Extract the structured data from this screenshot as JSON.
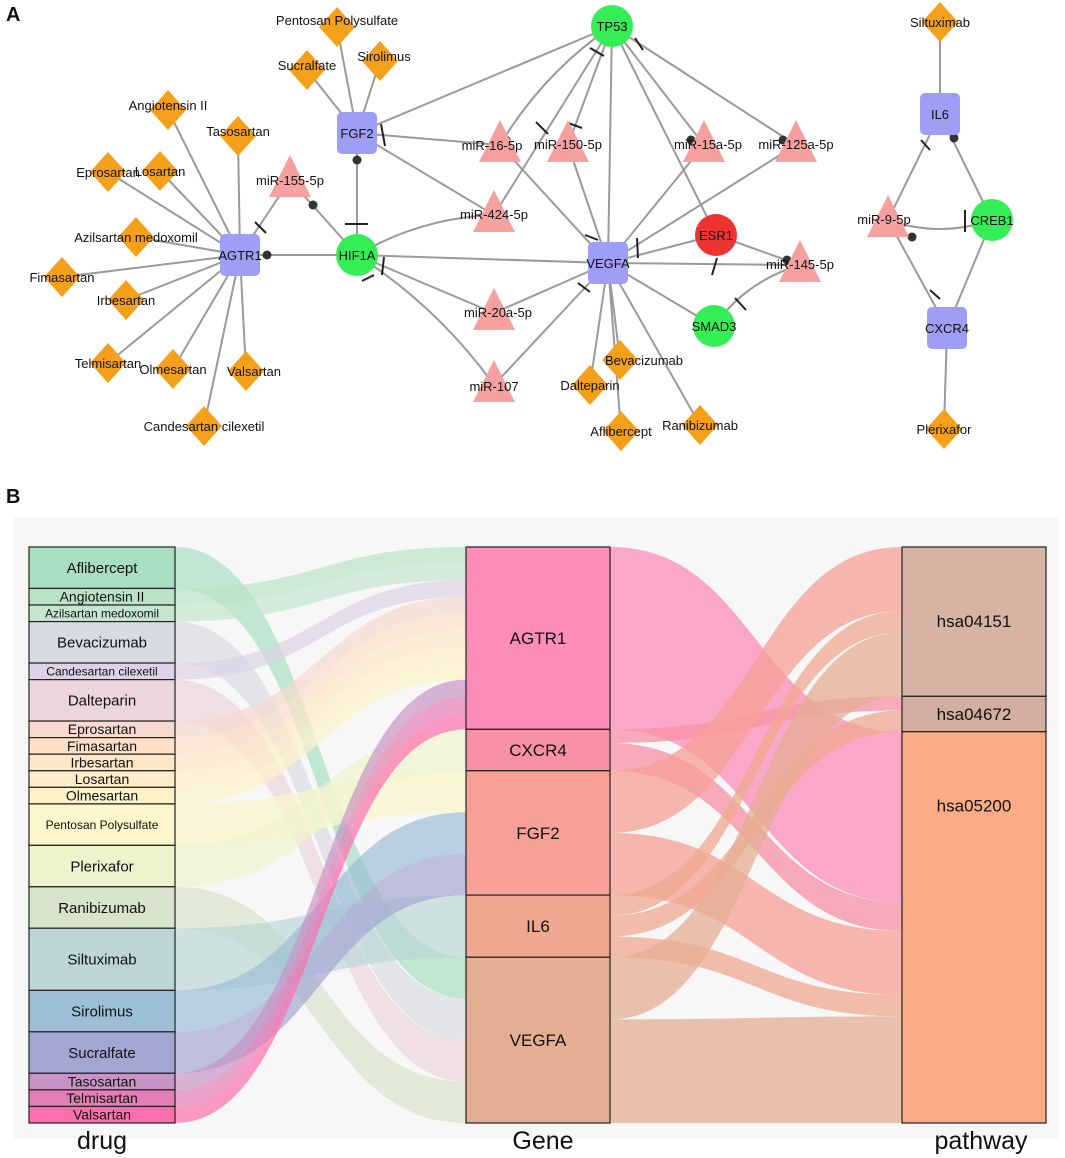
{
  "panels": {
    "a": "A",
    "b": "B"
  },
  "network": {
    "nodes": [
      {
        "id": "TP53",
        "type": "gene-circle-green"
      },
      {
        "id": "ESR1",
        "type": "gene-circle-red"
      },
      {
        "id": "SMAD3",
        "type": "gene-circle-green"
      },
      {
        "id": "HIF1A",
        "type": "gene-circle-green"
      },
      {
        "id": "CREB1",
        "type": "gene-circle-green"
      },
      {
        "id": "FGF2",
        "type": "gene-square"
      },
      {
        "id": "AGTR1",
        "type": "gene-square"
      },
      {
        "id": "VEGFA",
        "type": "gene-square"
      },
      {
        "id": "IL6",
        "type": "gene-square"
      },
      {
        "id": "CXCR4",
        "type": "gene-square"
      },
      {
        "id": "miR-155-5p",
        "type": "mirna"
      },
      {
        "id": "miR-16-5p",
        "type": "mirna"
      },
      {
        "id": "miR-150-5p",
        "type": "mirna"
      },
      {
        "id": "miR-15a-5p",
        "type": "mirna"
      },
      {
        "id": "miR-125a-5p",
        "type": "mirna"
      },
      {
        "id": "miR-424-5p",
        "type": "mirna"
      },
      {
        "id": "miR-20a-5p",
        "type": "mirna"
      },
      {
        "id": "miR-107",
        "type": "mirna"
      },
      {
        "id": "miR-145-5p",
        "type": "mirna"
      },
      {
        "id": "miR-9-5p",
        "type": "mirna"
      },
      {
        "id": "Pentosan Polysulfate",
        "type": "drug"
      },
      {
        "id": "Sucralfate",
        "type": "drug"
      },
      {
        "id": "Sirolimus",
        "type": "drug"
      },
      {
        "id": "Angiotensin II",
        "type": "drug"
      },
      {
        "id": "Tasosartan",
        "type": "drug"
      },
      {
        "id": "Eprosartan",
        "type": "drug"
      },
      {
        "id": "Losartan",
        "type": "drug"
      },
      {
        "id": "Azilsartan medoxomil",
        "type": "drug"
      },
      {
        "id": "Fimasartan",
        "type": "drug"
      },
      {
        "id": "Irbesartan",
        "type": "drug"
      },
      {
        "id": "Telmisartan",
        "type": "drug"
      },
      {
        "id": "Olmesartan",
        "type": "drug"
      },
      {
        "id": "Valsartan",
        "type": "drug"
      },
      {
        "id": "Candesartan cilexetil",
        "type": "drug"
      },
      {
        "id": "Bevacizumab",
        "type": "drug"
      },
      {
        "id": "Dalteparin",
        "type": "drug"
      },
      {
        "id": "Aflibercept",
        "type": "drug"
      },
      {
        "id": "Ranibizumab",
        "type": "drug"
      },
      {
        "id": "Siltuximab",
        "type": "drug"
      },
      {
        "id": "Plerixafor",
        "type": "drug"
      }
    ],
    "edges": [
      [
        "Pentosan Polysulfate",
        "FGF2"
      ],
      [
        "Sucralfate",
        "FGF2"
      ],
      [
        "Sirolimus",
        "FGF2"
      ],
      [
        "Angiotensin II",
        "AGTR1"
      ],
      [
        "Tasosartan",
        "AGTR1"
      ],
      [
        "Eprosartan",
        "AGTR1"
      ],
      [
        "Losartan",
        "AGTR1"
      ],
      [
        "Azilsartan medoxomil",
        "AGTR1"
      ],
      [
        "Fimasartan",
        "AGTR1"
      ],
      [
        "Irbesartan",
        "AGTR1"
      ],
      [
        "Telmisartan",
        "AGTR1"
      ],
      [
        "Olmesartan",
        "AGTR1"
      ],
      [
        "Valsartan",
        "AGTR1"
      ],
      [
        "Candesartan cilexetil",
        "AGTR1"
      ],
      [
        "AGTR1",
        "HIF1A"
      ],
      [
        "miR-155-5p",
        "AGTR1"
      ],
      [
        "miR-155-5p",
        "HIF1A"
      ],
      [
        "FGF2",
        "HIF1A"
      ],
      [
        "HIF1A",
        "VEGFA"
      ],
      [
        "TP53",
        "FGF2"
      ],
      [
        "TP53",
        "miR-16-5p"
      ],
      [
        "TP53",
        "miR-150-5p"
      ],
      [
        "TP53",
        "miR-15a-5p"
      ],
      [
        "TP53",
        "miR-125a-5p"
      ],
      [
        "TP53",
        "VEGFA"
      ],
      [
        "TP53",
        "ESR1"
      ],
      [
        "TP53",
        "miR-424-5p"
      ],
      [
        "miR-16-5p",
        "FGF2"
      ],
      [
        "miR-16-5p",
        "VEGFA"
      ],
      [
        "miR-150-5p",
        "VEGFA"
      ],
      [
        "miR-15a-5p",
        "VEGFA"
      ],
      [
        "miR-125a-5p",
        "VEGFA"
      ],
      [
        "miR-424-5p",
        "FGF2"
      ],
      [
        "miR-424-5p",
        "HIF1A"
      ],
      [
        "miR-20a-5p",
        "HIF1A"
      ],
      [
        "miR-20a-5p",
        "VEGFA"
      ],
      [
        "miR-107",
        "HIF1A"
      ],
      [
        "miR-107",
        "VEGFA"
      ],
      [
        "ESR1",
        "VEGFA"
      ],
      [
        "ESR1",
        "miR-145-5p"
      ],
      [
        "miR-145-5p",
        "VEGFA"
      ],
      [
        "miR-145-5p",
        "SMAD3"
      ],
      [
        "SMAD3",
        "VEGFA"
      ],
      [
        "Bevacizumab",
        "VEGFA"
      ],
      [
        "Dalteparin",
        "VEGFA"
      ],
      [
        "Aflibercept",
        "VEGFA"
      ],
      [
        "Ranibizumab",
        "VEGFA"
      ],
      [
        "Siltuximab",
        "IL6"
      ],
      [
        "IL6",
        "miR-9-5p"
      ],
      [
        "IL6",
        "CREB1"
      ],
      [
        "miR-9-5p",
        "CREB1"
      ],
      [
        "miR-9-5p",
        "CXCR4"
      ],
      [
        "CREB1",
        "CXCR4"
      ],
      [
        "Plerixafor",
        "CXCR4"
      ]
    ]
  },
  "sankey": {
    "column_labels": {
      "drug": "drug",
      "gene": "Gene",
      "pathway": "pathway"
    },
    "drugs": [
      {
        "name": "Aflibercept",
        "value": 1,
        "color": "#a8dfc0"
      },
      {
        "name": "Angiotensin II",
        "value": 0.4,
        "color": "#b9e3c6"
      },
      {
        "name": "Azilsartan medoxomil",
        "value": 0.4,
        "color": "#c5e5d0"
      },
      {
        "name": "Bevacizumab",
        "value": 1,
        "color": "#d8dbe3"
      },
      {
        "name": "Candesartan cilexetil",
        "value": 0.4,
        "color": "#dcd3e6"
      },
      {
        "name": "Dalteparin",
        "value": 1,
        "color": "#ecd6dc"
      },
      {
        "name": "Eprosartan",
        "value": 0.4,
        "color": "#f7d9cf"
      },
      {
        "name": "Fimasartan",
        "value": 0.4,
        "color": "#fde0c7"
      },
      {
        "name": "Irbesartan",
        "value": 0.4,
        "color": "#fde6c6"
      },
      {
        "name": "Losartan",
        "value": 0.4,
        "color": "#fdedc8"
      },
      {
        "name": "Olmesartan",
        "value": 0.4,
        "color": "#fdf2c8"
      },
      {
        "name": "Pentosan Polysulfate",
        "value": 1,
        "color": "#fbf6cc"
      },
      {
        "name": "Plerixafor",
        "value": 1,
        "color": "#eef3cc"
      },
      {
        "name": "Ranibizumab",
        "value": 1,
        "color": "#d8e3cc"
      },
      {
        "name": "Siltuximab",
        "value": 1.5,
        "color": "#bcd6d6"
      },
      {
        "name": "Sirolimus",
        "value": 1,
        "color": "#9cbfd6"
      },
      {
        "name": "Sucralfate",
        "value": 1,
        "color": "#a4a6d2"
      },
      {
        "name": "Tasosartan",
        "value": 0.4,
        "color": "#c894c6"
      },
      {
        "name": "Telmisartan",
        "value": 0.4,
        "color": "#e37eb6"
      },
      {
        "name": "Valsartan",
        "value": 0.4,
        "color": "#fb6fae"
      }
    ],
    "genes": [
      {
        "name": "AGTR1",
        "color": "#fc8cb8"
      },
      {
        "name": "CXCR4",
        "color": "#f792a5"
      },
      {
        "name": "FGF2",
        "color": "#f6a096"
      },
      {
        "name": "IL6",
        "color": "#efa88f"
      },
      {
        "name": "VEGFA",
        "color": "#e4ae93"
      }
    ],
    "pathways": [
      {
        "name": "hsa04151",
        "color": "#d7b3a3"
      },
      {
        "name": "hsa04672",
        "color": "#d1aea0"
      },
      {
        "name": "hsa05200",
        "color": "#fbab85"
      }
    ],
    "drug_gene_links": [
      {
        "drug": "Aflibercept",
        "gene": "VEGFA"
      },
      {
        "drug": "Angiotensin II",
        "gene": "AGTR1"
      },
      {
        "drug": "Azilsartan medoxomil",
        "gene": "AGTR1"
      },
      {
        "drug": "Bevacizumab",
        "gene": "VEGFA"
      },
      {
        "drug": "Candesartan cilexetil",
        "gene": "AGTR1"
      },
      {
        "drug": "Dalteparin",
        "gene": "VEGFA"
      },
      {
        "drug": "Eprosartan",
        "gene": "AGTR1"
      },
      {
        "drug": "Fimasartan",
        "gene": "AGTR1"
      },
      {
        "drug": "Irbesartan",
        "gene": "AGTR1"
      },
      {
        "drug": "Losartan",
        "gene": "AGTR1"
      },
      {
        "drug": "Olmesartan",
        "gene": "AGTR1"
      },
      {
        "drug": "Pentosan Polysulfate",
        "gene": "FGF2"
      },
      {
        "drug": "Plerixafor",
        "gene": "CXCR4"
      },
      {
        "drug": "Ranibizumab",
        "gene": "VEGFA"
      },
      {
        "drug": "Siltuximab",
        "gene": "IL6"
      },
      {
        "drug": "Sirolimus",
        "gene": "FGF2"
      },
      {
        "drug": "Sucralfate",
        "gene": "FGF2"
      },
      {
        "drug": "Tasosartan",
        "gene": "AGTR1"
      },
      {
        "drug": "Telmisartan",
        "gene": "AGTR1"
      },
      {
        "drug": "Valsartan",
        "gene": "AGTR1"
      }
    ],
    "gene_pathway_links": [
      {
        "gene": "AGTR1",
        "pathway": "hsa05200",
        "value": 4.0
      },
      {
        "gene": "CXCR4",
        "pathway": "hsa04672",
        "value": 0.33
      },
      {
        "gene": "CXCR4",
        "pathway": "hsa05200",
        "value": 0.67
      },
      {
        "gene": "FGF2",
        "pathway": "hsa04151",
        "value": 1.5
      },
      {
        "gene": "FGF2",
        "pathway": "hsa05200",
        "value": 1.5
      },
      {
        "gene": "IL6",
        "pathway": "hsa04151",
        "value": 0.5
      },
      {
        "gene": "IL6",
        "pathway": "hsa04672",
        "value": 0.5
      },
      {
        "gene": "IL6",
        "pathway": "hsa05200",
        "value": 0.5
      },
      {
        "gene": "VEGFA",
        "pathway": "hsa04151",
        "value": 1.5
      },
      {
        "gene": "VEGFA",
        "pathway": "hsa05200",
        "value": 2.5
      }
    ]
  }
}
